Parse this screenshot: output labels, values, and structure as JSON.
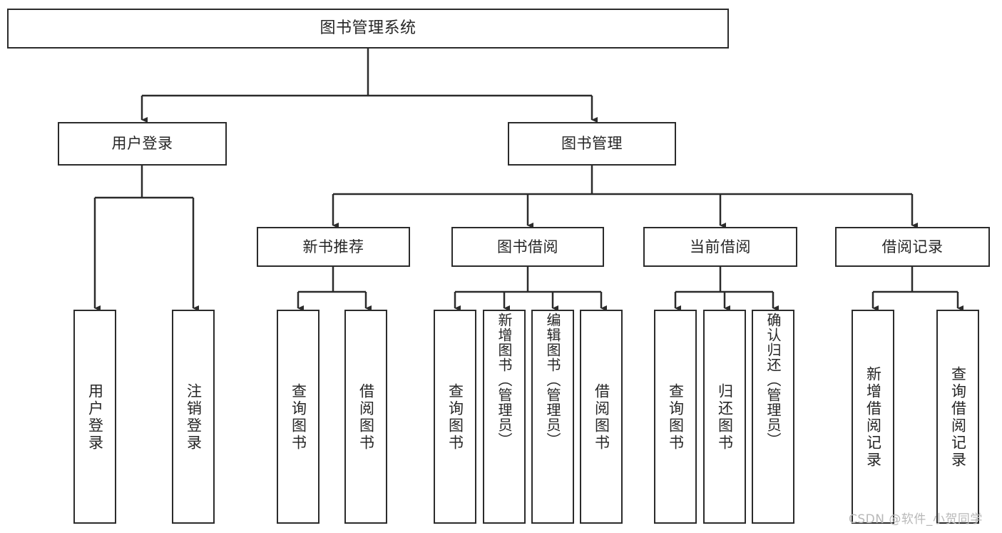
{
  "diagram": {
    "title": "图书管理系统",
    "type": "tree",
    "colors": {
      "stroke": "#2b2b2b",
      "text": "#262626",
      "background": "#ffffff",
      "watermark": "#b8b8b8"
    },
    "root": {
      "label": "图书管理系统"
    },
    "level2": [
      {
        "label": "用户登录"
      },
      {
        "label": "图书管理"
      }
    ],
    "level3": [
      {
        "label": "新书推荐"
      },
      {
        "label": "图书借阅"
      },
      {
        "label": "当前借阅"
      },
      {
        "label": "借阅记录"
      }
    ],
    "leaves": {
      "user_login": [
        {
          "label": "用户登录"
        },
        {
          "label": "注销登录"
        }
      ],
      "new_book_recommend": [
        {
          "label": "查询图书"
        },
        {
          "label": "借阅图书"
        }
      ],
      "book_borrow": [
        {
          "label": "查询图书"
        },
        {
          "label": "新增图书（管理员）"
        },
        {
          "label": "编辑图书（管理员）"
        },
        {
          "label": "借阅图书"
        }
      ],
      "current_borrow": [
        {
          "label": "查询图书"
        },
        {
          "label": "归还图书"
        },
        {
          "label": "确认归还（管理员）"
        }
      ],
      "borrow_records": [
        {
          "label": "新增借阅记录"
        },
        {
          "label": "查询借阅记录"
        }
      ]
    }
  },
  "watermark": {
    "text": "CSDN @软件_小贺同学"
  }
}
